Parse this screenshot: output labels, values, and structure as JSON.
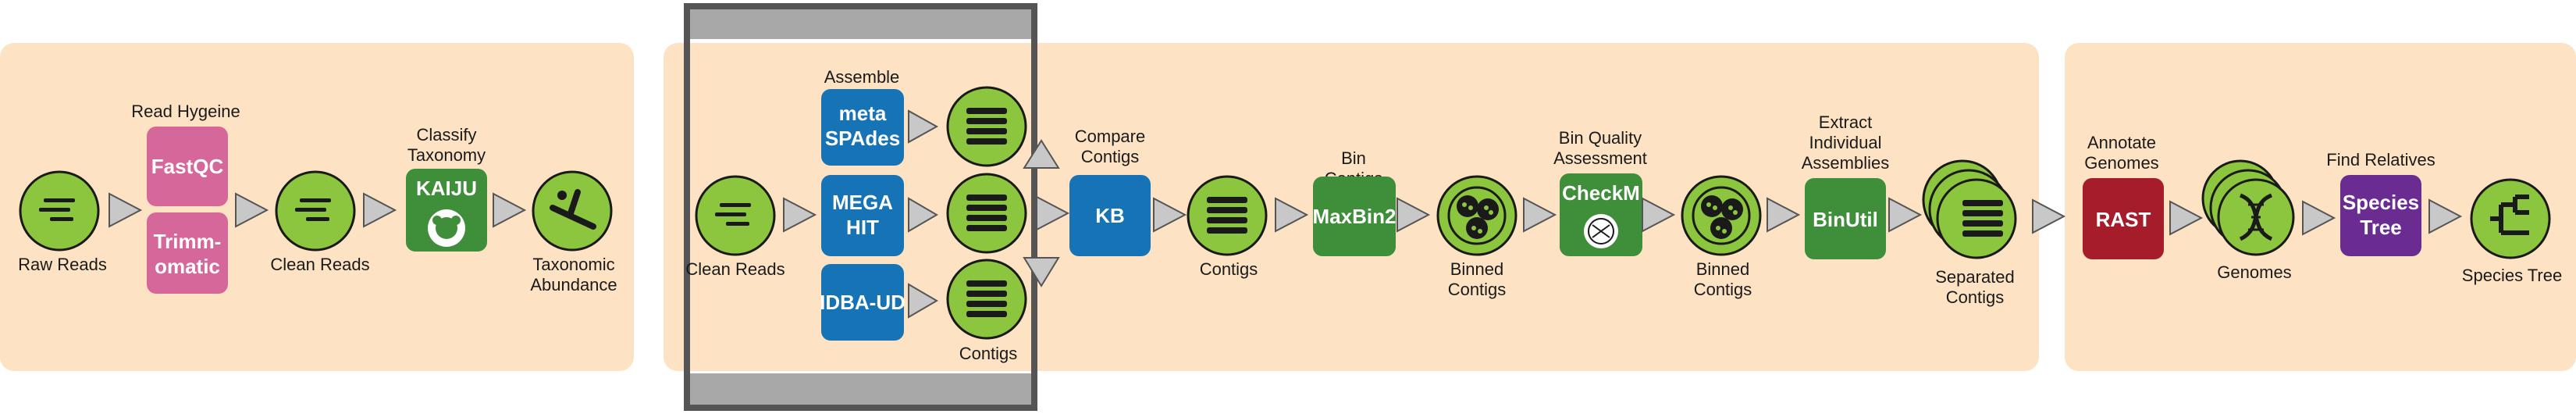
{
  "colors": {
    "panel_bg": "#fde3c4",
    "node_green": "#8cc63f",
    "tool_pink": "#d6679a",
    "tool_green": "#3e8e3a",
    "tool_blue": "#1673b5",
    "tool_red": "#a51c2a",
    "tool_purple": "#6b2c91",
    "arrow_gray": "#c8c8c8",
    "highlight_frame": "#555555"
  },
  "panel1": {
    "raw_reads": "Raw Reads",
    "read_hygeine": "Read Hygeine",
    "fastqc": "FastQC",
    "trimmomatic_1": "Trimm-",
    "trimmomatic_2": "omatic",
    "clean_reads": "Clean Reads",
    "classify_1": "Classify",
    "classify_2": "Taxonomy",
    "kaiju": "KAIJU",
    "taxonomic_1": "Taxonomic",
    "taxonomic_2": "Abundance"
  },
  "panel2": {
    "clean_reads": "Clean Reads",
    "assemble": "Assemble",
    "metaspades_1": "meta",
    "metaspades_2": "SPAdes",
    "megahit_1": "MEGA",
    "megahit_2": "HIT",
    "idba_ud": "IDBA-UD",
    "contigs_assembly": "Contigs",
    "compare_1": "Compare",
    "compare_2": "Contigs",
    "kb": "KB",
    "contigs": "Contigs",
    "bin_1": "Bin",
    "bin_2": "Contigs",
    "maxbin2": "MaxBin2",
    "binned_a_1": "Binned",
    "binned_a_2": "Contigs",
    "binq_1": "Bin Quality",
    "binq_2": "Assessment",
    "checkm": "CheckM",
    "binned_b_1": "Binned",
    "binned_b_2": "Contigs",
    "extract_1": "Extract",
    "extract_2": "Individual",
    "extract_3": "Assemblies",
    "binutil": "BinUtil",
    "separated_1": "Separated",
    "separated_2": "Contigs"
  },
  "panel3": {
    "annotate_1": "Annotate",
    "annotate_2": "Genomes",
    "rast": "RAST",
    "genomes": "Genomes",
    "find_relatives": "Find Relatives",
    "species_tree_tool_1": "Species",
    "species_tree_tool_2": "Tree",
    "species_tree": "Species Tree"
  }
}
